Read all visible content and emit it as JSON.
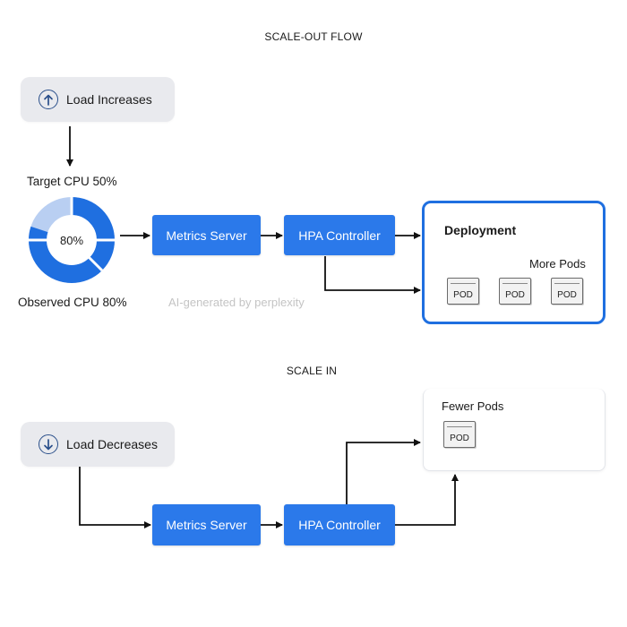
{
  "scale_out": {
    "title": "SCALE-OUT FLOW",
    "load_label": "Load Increases",
    "target_cpu": "Target CPU 50%",
    "gauge_value": "80%",
    "gauge_level": 0.8,
    "observed_cpu": "Observed CPU 80%",
    "metrics_server": "Metrics Server",
    "hpa_controller": "HPA Controller",
    "deployment_title": "Deployment",
    "more_pods_label": "More Pods",
    "pods": [
      "POD",
      "POD",
      "POD"
    ]
  },
  "watermark": "AI-generated by perplexity",
  "scale_in": {
    "title": "SCALE IN",
    "load_label": "Load Decreases",
    "metrics_server": "Metrics Server",
    "hpa_controller": "HPA Controller",
    "fewer_pods_label": "Fewer Pods",
    "pods": [
      "POD"
    ]
  },
  "colors": {
    "accent_blue": "#2b79ea",
    "deployment_border": "#1f6fe0",
    "gauge_dark": "#1f6fe0",
    "gauge_light": "#b9cff2",
    "pill_bg": "#e9eaee",
    "icon_stroke": "#2a4f8a"
  }
}
